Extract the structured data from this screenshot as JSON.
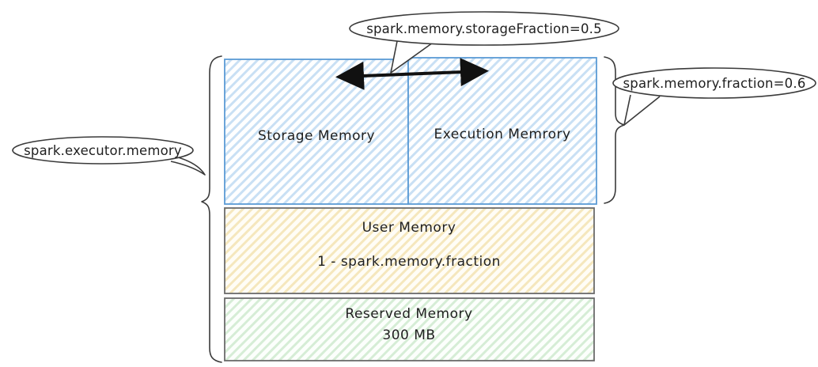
{
  "bubbles": {
    "storage_fraction": "spark.memory.storageFraction=0.5",
    "memory_fraction": "spark.memory.fraction=0.6",
    "executor_memory": "spark.executor.memory"
  },
  "boxes": {
    "storage": {
      "label": "Storage Memory"
    },
    "execution": {
      "label": "Execution Memrory"
    },
    "user": {
      "label": "User Memory",
      "sublabel": "1 - spark.memory.fraction"
    },
    "reserved": {
      "label": "Reserved Memory",
      "sublabel": "300 MB"
    }
  },
  "colors": {
    "blue_hatch": "#c9e0f4",
    "blue_stroke": "#5b9bd5",
    "yellow_hatch": "#f5e7bd",
    "green_hatch": "#d6edd6",
    "gray_stroke": "#6b6b6b",
    "sketch_stroke": "#3a3a3a",
    "arrow": "#111111"
  }
}
